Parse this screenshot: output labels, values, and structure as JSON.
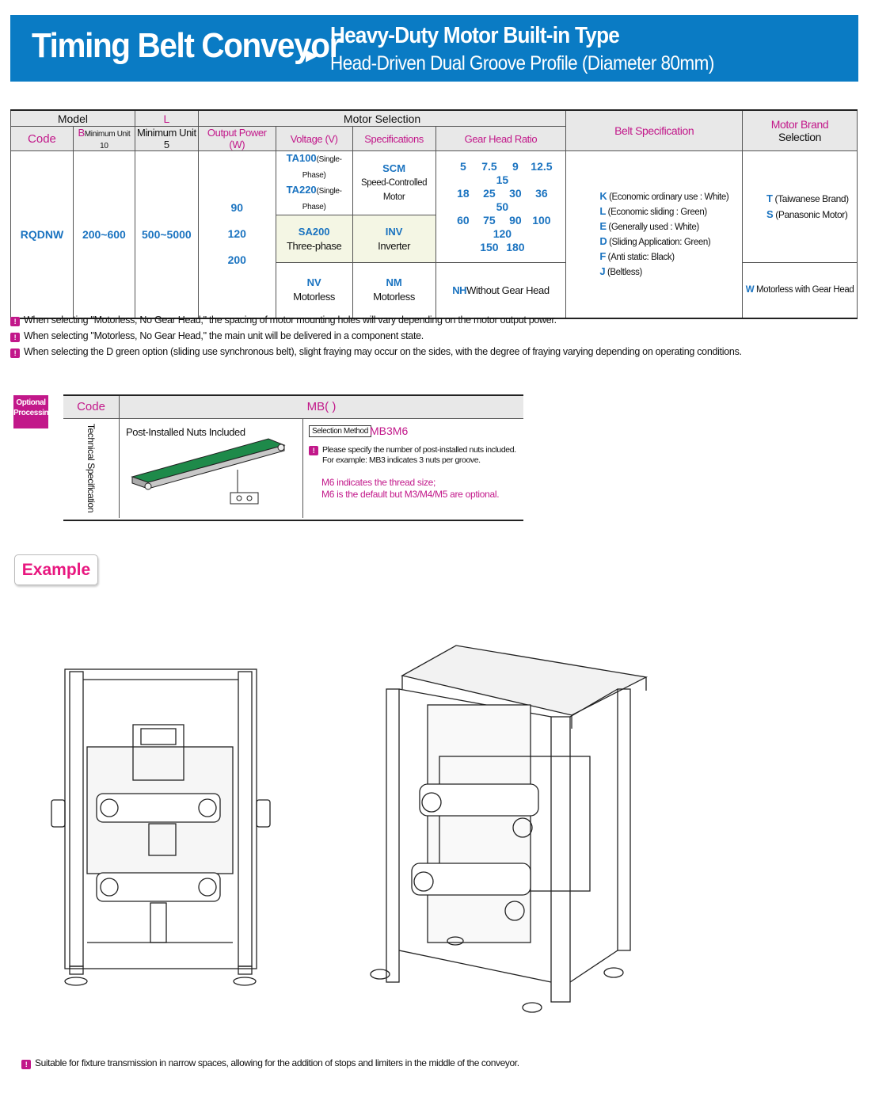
{
  "banner": {
    "title": "Timing Belt Conveyor",
    "arrow": "▶",
    "subtitle1": "Heavy-Duty Motor Built-in Type",
    "subtitle2": "Head-Driven Dual Groove Profile (Diameter 80mm)"
  },
  "spec_table": {
    "h_model": "Model",
    "h_L": "L",
    "h_motor_selection": "Motor Selection",
    "h_belt_spec": "Belt Specification",
    "h_motor_brand": "Motor Brand",
    "h_selection": "Selection",
    "h_code": "Code",
    "h_B": "B",
    "h_B_min": "Minimum Unit 10",
    "h_L_min": "Minimum Unit 5",
    "h_output_power": "Output Power (W)",
    "h_voltage": "Voltage (V)",
    "h_specifications": "Specifications",
    "h_gear_head_ratio": "Gear Head Ratio",
    "code": "RQDNW",
    "b_range": "200~600",
    "l_range": "500~5000",
    "powers": [
      "90",
      "120",
      "200"
    ],
    "voltage1_code_a": "TA100",
    "voltage1_note_a": "(Single-Phase)",
    "voltage1_code_b": "TA220",
    "voltage1_note_b": "(Single-Phase)",
    "spec1_code": "SCM",
    "spec1_text": "Speed-Controlled Motor",
    "ratios": [
      [
        "5",
        "7.5",
        "9",
        "12.5",
        "15"
      ],
      [
        "18",
        "25",
        "30",
        "36",
        "50"
      ],
      [
        "60",
        "75",
        "90",
        "100",
        "120"
      ],
      [
        "150",
        "180"
      ]
    ],
    "voltage2_code": "SA200",
    "voltage2_text": "Three-phase",
    "spec2_code": "INV",
    "spec2_text": "Inverter",
    "voltage3_code": "NV",
    "voltage3_text": "Motorless",
    "spec3_code": "NM",
    "spec3_text": "Motorless",
    "nh_code": "NH",
    "nh_text": "Without Gear Head",
    "belts": [
      {
        "code": "K",
        "text": "(Economic ordinary use : White)"
      },
      {
        "code": "L",
        "text": "(Economic sliding : Green)"
      },
      {
        "code": "E",
        "text": "(Generally used : White)"
      },
      {
        "code": "D",
        "text": "(Sliding Application: Green)"
      },
      {
        "code": "F",
        "text": "(Anti static: Black)"
      },
      {
        "code": "J",
        "text": "(Beltless)"
      }
    ],
    "brands": [
      {
        "code": "T",
        "text": "(Taiwanese Brand)"
      },
      {
        "code": "S",
        "text": "(Panasonic Motor)"
      }
    ],
    "brand_w_code": "W",
    "brand_w_text": "Motorless with Gear Head"
  },
  "notes": [
    "When selecting \"Motorless, No Gear Head,\" the spacing of motor mounting holes will vary depending on the motor output power.",
    "When selecting \"Motorless, No Gear Head,\" the main unit will be delivered in a component state.",
    "When selecting the D green option (sliding use synchronous belt), slight fraying may occur on the sides, with the degree of fraying varying depending on operating conditions."
  ],
  "optional": {
    "badge_line1": "Optional",
    "badge_line2": "Processing",
    "code_header": "Code",
    "mb_header": "MB( )",
    "vertical_label": "Technical Specification",
    "item_title": "Post-Installed Nuts Included",
    "selection_method_label": "Selection Method",
    "selection_value": "MB3M6",
    "note_line1": "Please specify the number of post-installed nuts included.",
    "note_line2": "For example: MB3 indicates 3 nuts per groove.",
    "note_line3": "M6 indicates the thread size;",
    "note_line4": "M6 is the default but M3/M4/M5 are optional."
  },
  "example": {
    "label": "Example"
  },
  "footer_note": "Suitable for fixture transmission in narrow spaces, allowing for the addition of stops and limiters in the middle of the conveyor.",
  "colors": {
    "banner_blue": "#0a7bc4",
    "accent_magenta": "#c2188a",
    "code_blue": "#1a73c0"
  }
}
